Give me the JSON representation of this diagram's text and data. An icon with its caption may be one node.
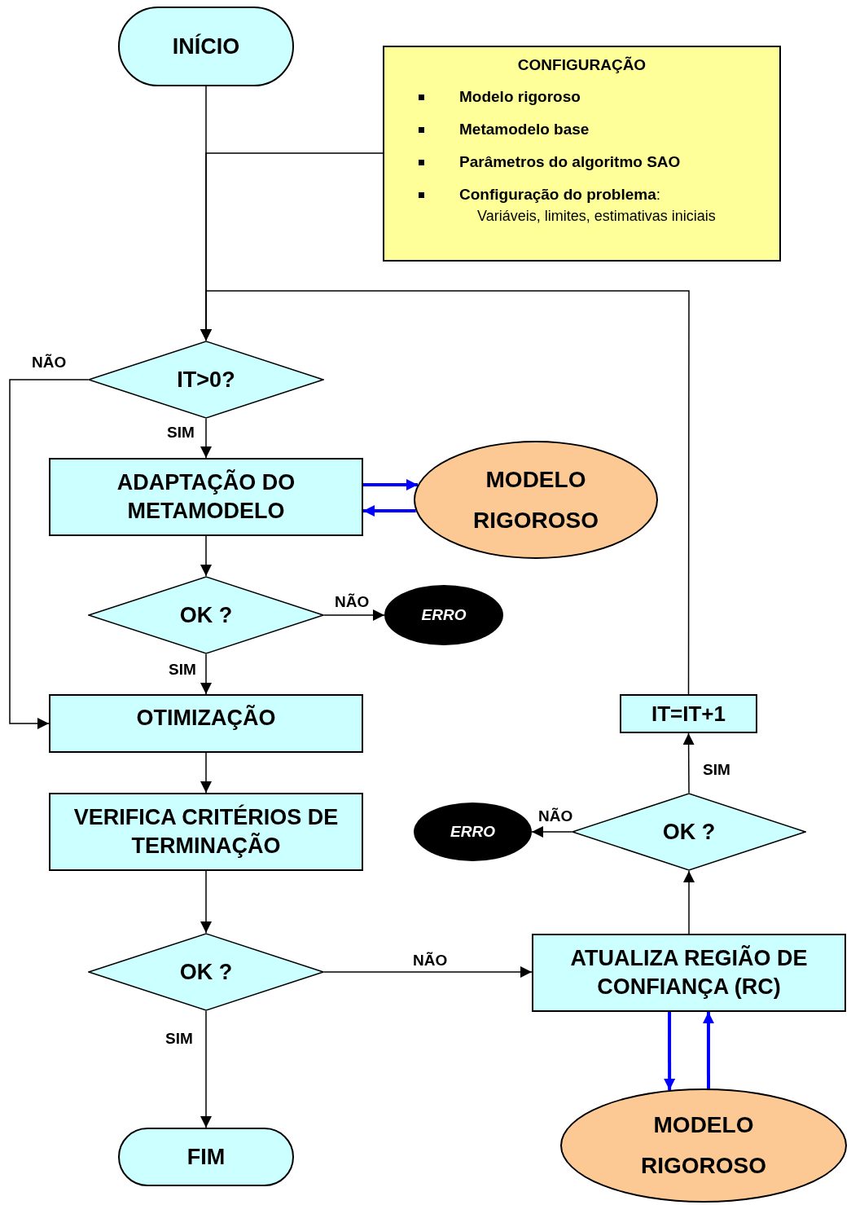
{
  "diagram": {
    "nodes": [
      {
        "text": [
          "INÍCIO"
        ]
      },
      {
        "text": [
          "CONFIGURAÇÃO",
          "Modelo rigoroso",
          "Metamodelo base",
          "Parâmetros do algoritmo SAO",
          "**Configuração do problema**:",
          "Variáveis, limites, estimativas iniciais"
        ]
      },
      {
        "text": [
          "IT>0?"
        ]
      },
      {
        "text": [
          "ADAPTAÇÃO DO METAMODELO"
        ]
      },
      {
        "text": [
          "MODELO RIGOROSO"
        ]
      },
      {
        "text": [
          "OK ?"
        ]
      },
      {
        "text": [
          "ERRO"
        ]
      },
      {
        "text": [
          "OTIMIZAÇÃO"
        ]
      },
      {
        "text": [
          "VERIFICA CRITÉRIOS DE TERMINAÇÃO"
        ]
      },
      {
        "text": [
          "OK ?"
        ]
      },
      {
        "text": [
          "FIM"
        ]
      },
      {
        "text": [
          "ATUALIZA REGIÃO DE CONFIANÇA (RC)"
        ]
      },
      {
        "text": [
          "MODELO RIGOROSO"
        ]
      },
      {
        "text": [
          "OK ?"
        ]
      },
      {
        "text": [
          "ERRO"
        ]
      },
      {
        "text": [
          "IT=IT+1"
        ]
      }
    ],
    "edges": [
      {
        "from": 0,
        "to": 2,
        "arrow": "to"
      },
      {
        "from": 1,
        "to": 2,
        "arrow": "to"
      },
      {
        "from": 15,
        "to": 2,
        "arrow": "to"
      },
      {
        "from": 2,
        "to": 7,
        "arrow": "to",
        "label": "NÃO"
      },
      {
        "from": 2,
        "to": 3,
        "arrow": "to",
        "label": "SIM"
      },
      {
        "from": 3,
        "to": 4,
        "arrow": "to",
        "style": "thick",
        "color": "#0000ff"
      },
      {
        "from": 4,
        "to": 3,
        "arrow": "to",
        "style": "thick",
        "color": "#0000ff"
      },
      {
        "from": 3,
        "to": 5,
        "arrow": "to"
      },
      {
        "from": 5,
        "to": 6,
        "arrow": "to",
        "label": "NÃO"
      },
      {
        "from": 5,
        "to": 7,
        "arrow": "to",
        "label": "SIM"
      },
      {
        "from": 7,
        "to": 8,
        "arrow": "to"
      },
      {
        "from": 8,
        "to": 9,
        "arrow": "to"
      },
      {
        "from": 9,
        "to": 11,
        "arrow": "to",
        "label": "NÃO"
      },
      {
        "from": 9,
        "to": 10,
        "arrow": "to",
        "label": "SIM"
      },
      {
        "from": 11,
        "to": 12,
        "arrow": "to",
        "style": "thick",
        "color": "#0000ff"
      },
      {
        "from": 12,
        "to": 11,
        "arrow": "to",
        "style": "thick",
        "color": "#0000ff"
      },
      {
        "from": 11,
        "to": 13,
        "arrow": "to"
      },
      {
        "from": 13,
        "to": 14,
        "arrow": "to",
        "label": "NÃO"
      },
      {
        "from": 13,
        "to": 15,
        "arrow": "to",
        "label": "SIM"
      }
    ]
  }
}
